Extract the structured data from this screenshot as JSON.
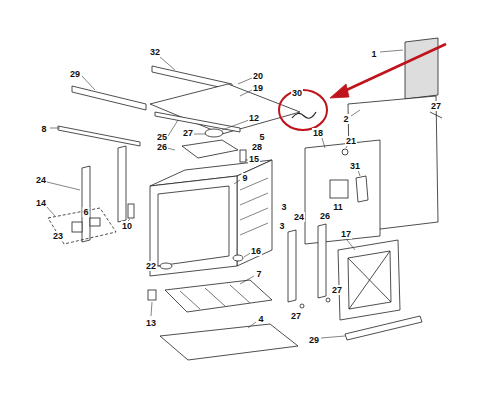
{
  "diagram": {
    "labels": [
      "32",
      "29",
      "20",
      "19",
      "1",
      "30",
      "2",
      "27",
      "8",
      "12",
      "25",
      "27",
      "28",
      "5",
      "26",
      "18",
      "21",
      "15",
      "9",
      "31",
      "24",
      "14",
      "6",
      "23",
      "10",
      "3",
      "3",
      "24",
      "26",
      "11",
      "16",
      "17",
      "22",
      "7",
      "27",
      "27",
      "29",
      "13",
      "4"
    ]
  }
}
